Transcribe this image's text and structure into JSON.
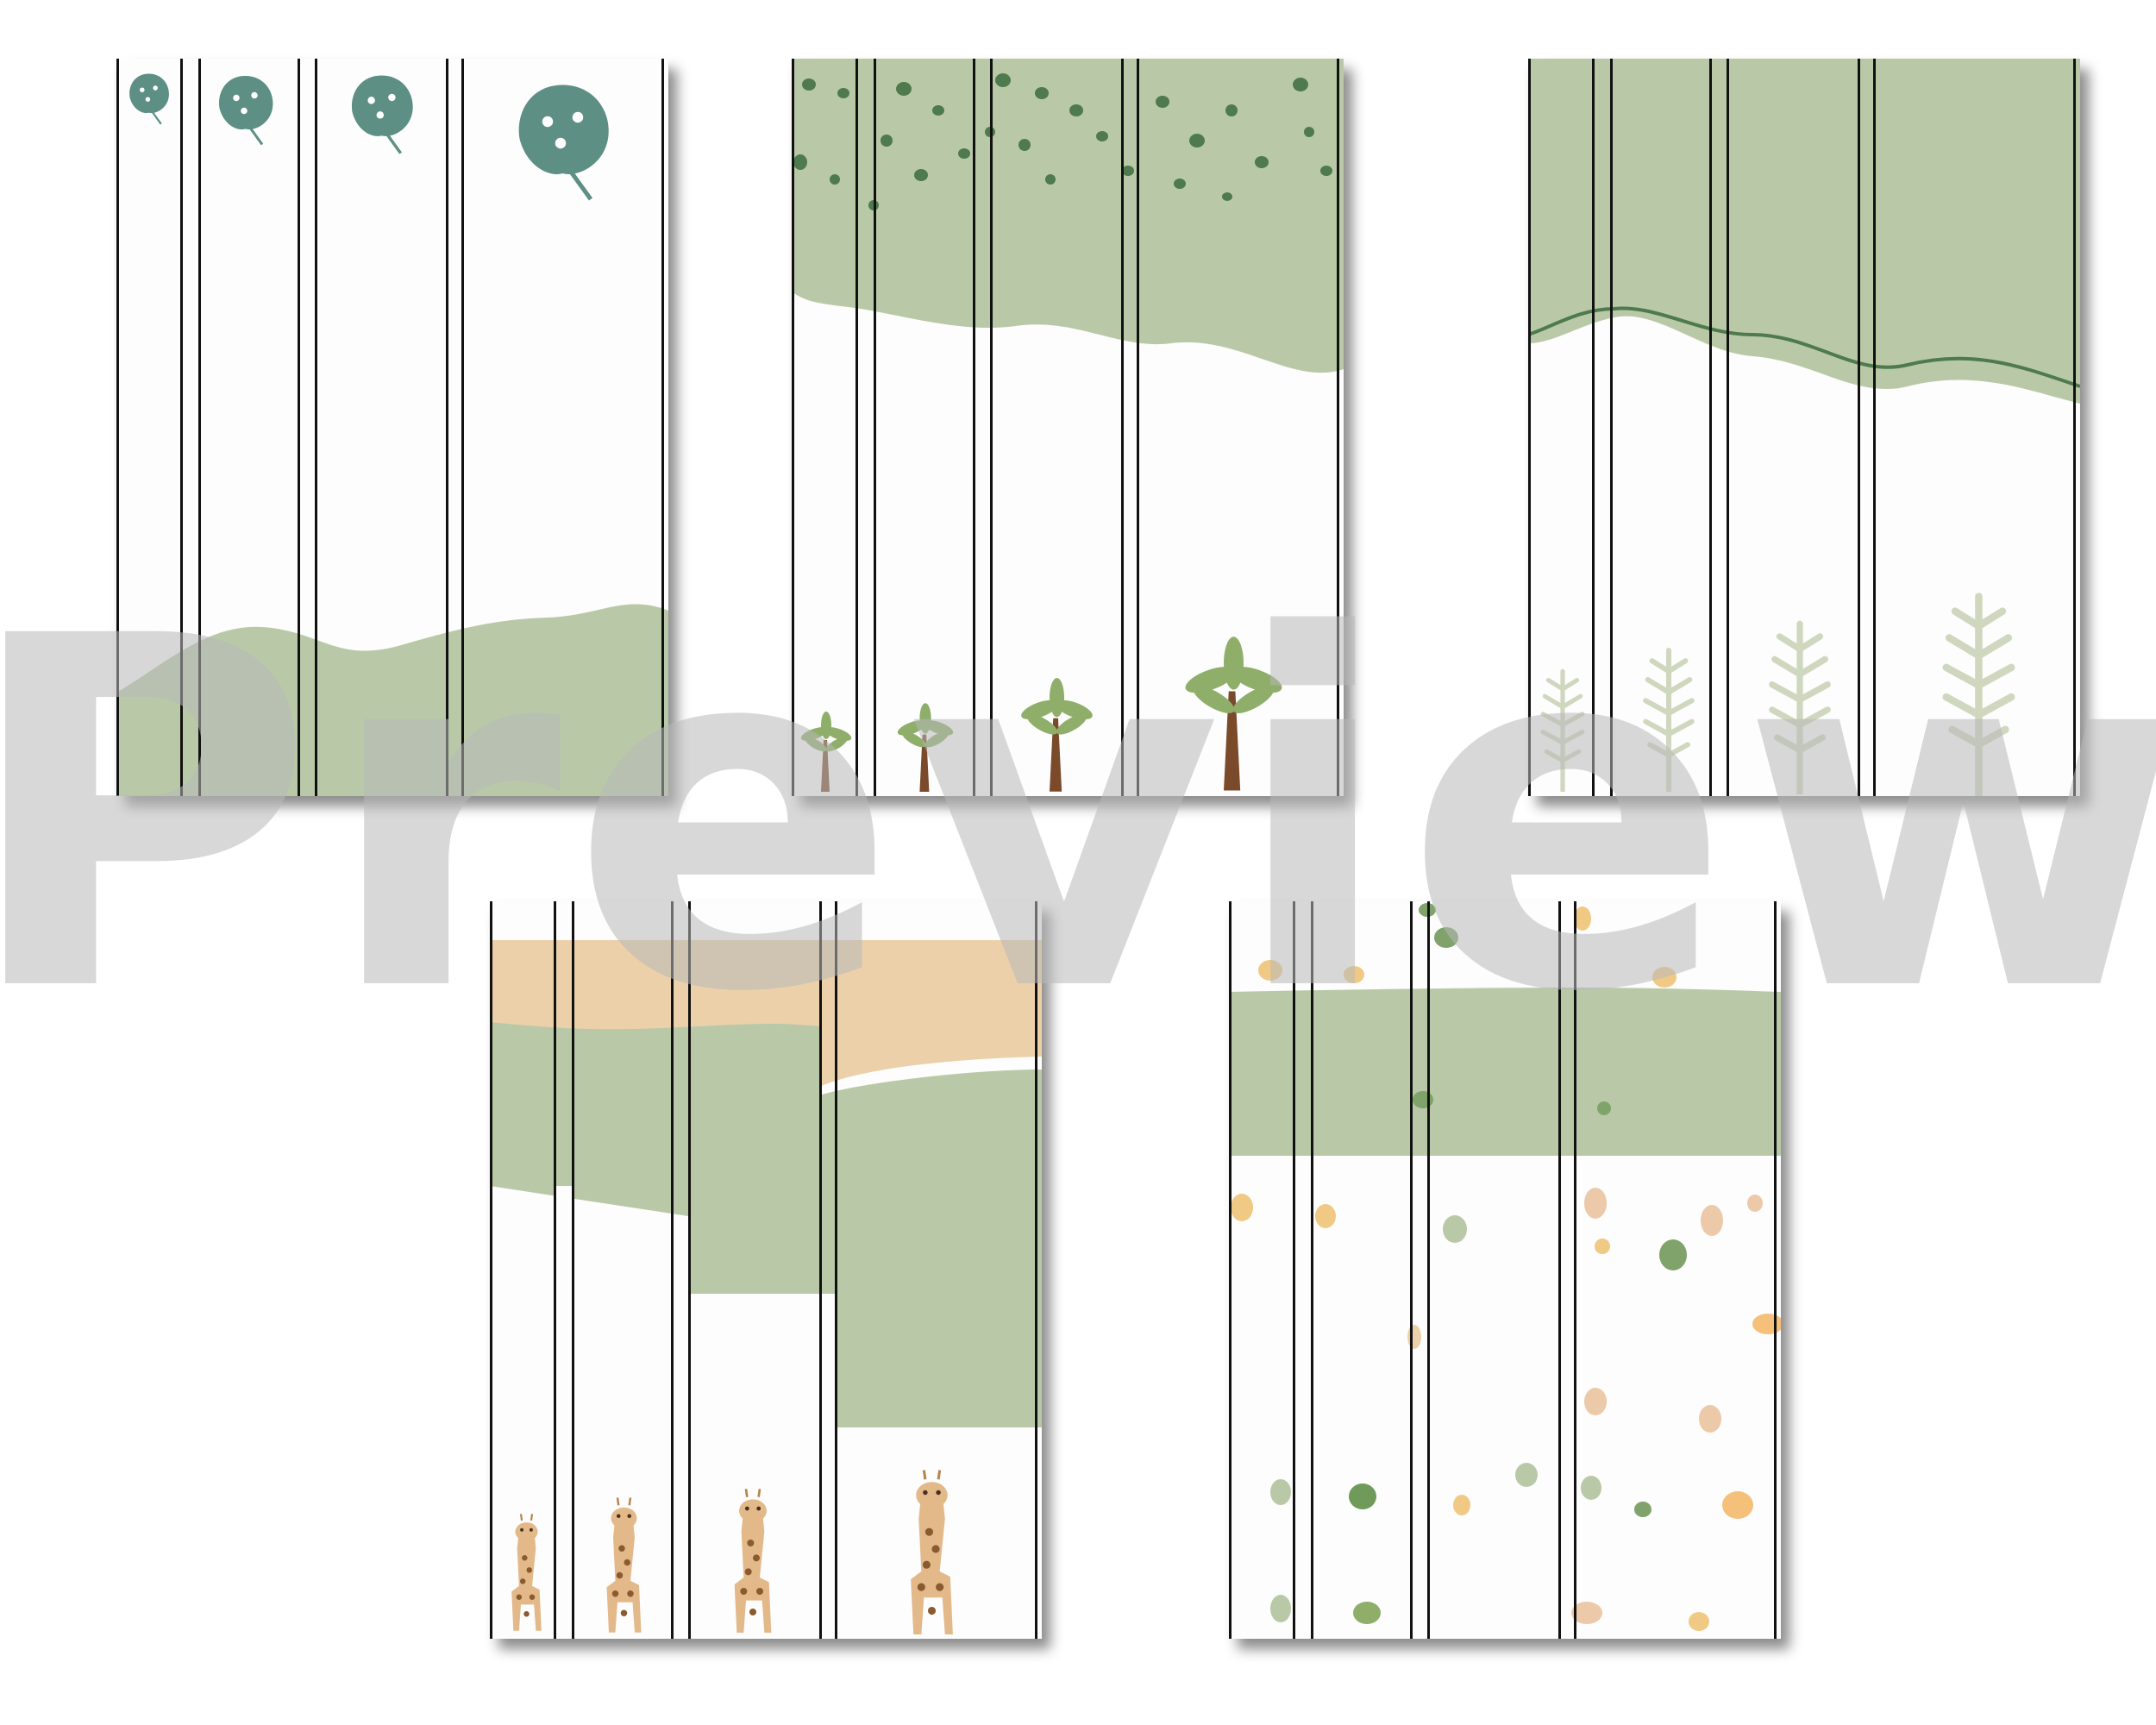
{
  "watermark": {
    "text": "Preview",
    "color": "#b8b8b8"
  },
  "colors": {
    "sage": "#b9c9a8",
    "dark_green": "#4e7a4d",
    "teal_leaf": "#5d8f84",
    "fern": "#cfd8bf",
    "peach": "#ecd0aa",
    "giraffe": "#e3b98a",
    "line": "#111111"
  },
  "sheets": [
    {
      "name": "monstera-leaves-strips",
      "motif": "monstera-leaf-icon"
    },
    {
      "name": "palm-tree-strips",
      "motif": "palm-tree-icon"
    },
    {
      "name": "fern-wave-strips",
      "motif": "fern-icon"
    },
    {
      "name": "giraffe-strips",
      "motif": "giraffe-icon"
    },
    {
      "name": "blob-pattern-strips",
      "motif": "blob-icon"
    }
  ]
}
